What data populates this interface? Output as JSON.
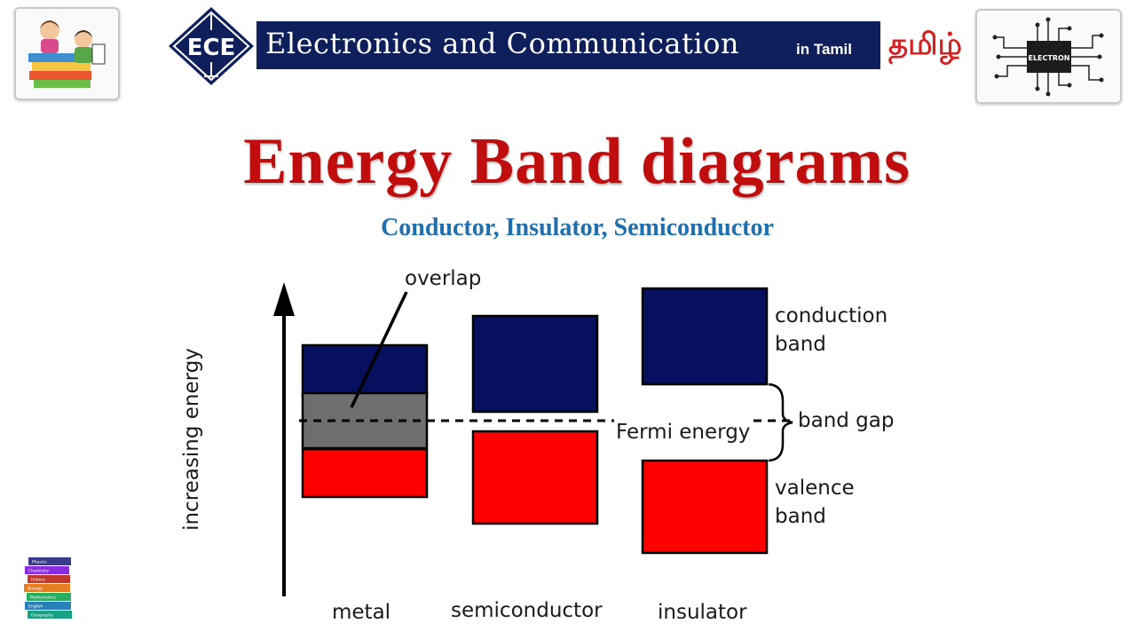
{
  "header": {
    "channel_name": "Electronics and Communication",
    "channel_suffix": "in Tamil",
    "ece_logo_text": "ECE",
    "tamil_text": "தமிழ்",
    "chip_label": "ELECTRON"
  },
  "page_title": "Energy Band diagrams",
  "page_subtitle": "Conductor, Insulator, Semiconductor",
  "diagram": {
    "axis_label": "increasing energy",
    "labels": {
      "overlap": "overlap",
      "conduction_band": [
        "conduction",
        "band"
      ],
      "band_gap": "band gap",
      "fermi_energy": "Fermi energy",
      "valence_band": [
        "valence",
        "band"
      ]
    },
    "materials": [
      "metal",
      "semiconductor",
      "insulator"
    ],
    "colors": {
      "conduction": "#06105e",
      "valence": "#ff0000",
      "overlap": "#6e6e6e",
      "outline": "#000000"
    }
  },
  "books_stack_labels": [
    "Physics",
    "Chemistry",
    "History",
    "Biology",
    "Mathematics",
    "English",
    "Geography"
  ],
  "colors": {
    "title_red": "#c00d0d",
    "subtitle_blue": "#1d6fb0",
    "banner_navy": "#0f1f5c"
  }
}
